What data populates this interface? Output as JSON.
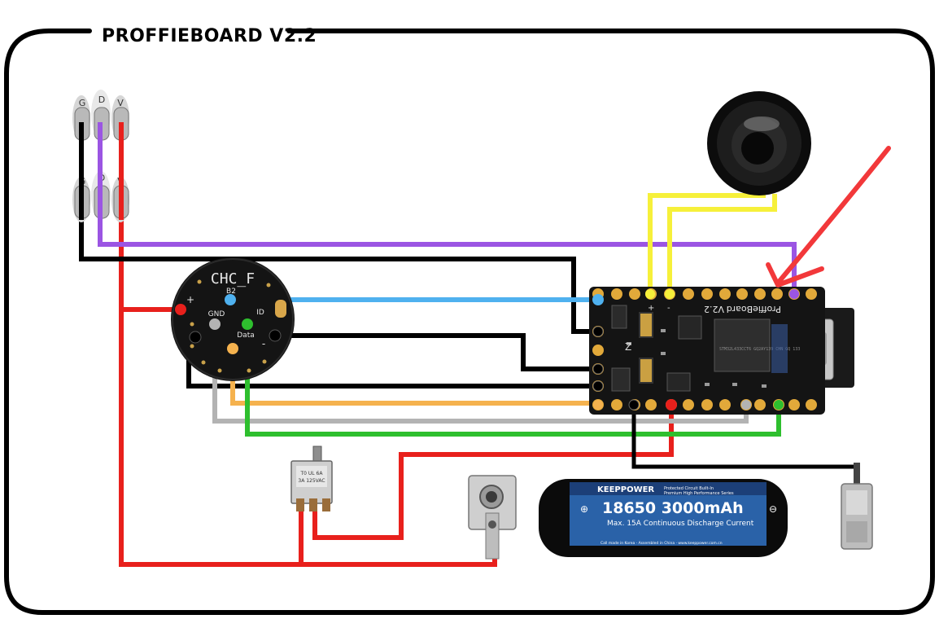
{
  "title": "PROFFIEBOARD V2.2",
  "connector_labels": [
    "G",
    "D",
    "V"
  ],
  "chc_board": {
    "name": "CHC_F",
    "pad_b2": "B2",
    "pad_gnd": "GND",
    "pad_id": "ID",
    "pad_data": "Data",
    "pad_plus": "+",
    "pad_minus": "-"
  },
  "proffieboard": {
    "name": "ProffieBoard",
    "version": "V2.2",
    "chip_text": "STM32L433CCT6 GQ2AY139 CHN GQ 133",
    "plus_mark": "+",
    "minus_mark": "-",
    "z_mark": "Z"
  },
  "battery": {
    "brand": "KEEPPOWER",
    "tagline": "Protected Circuit Built-In",
    "subtitle": "Premium High Performance Series",
    "capacity": "18650 3000mAh",
    "spec": "Max. 15A Continuous Discharge Current",
    "small_print": "Call made in Korea · Assembled in China · www.keeppower.com.cn",
    "plus": "⊕",
    "minus": "⊖"
  },
  "switch": {
    "line1": "T0 UL 6A",
    "line2": "3A 125VAC"
  },
  "colors": {
    "red": "#e8201c",
    "black": "#0a0a0a",
    "purple": "#9b55e3",
    "blue": "#4fb1ef",
    "yellow": "#f6f03a",
    "orange": "#f5b24e",
    "gray": "#b3b3b3",
    "green": "#2ebf2e",
    "arrow": "#f2383a",
    "board": "#141414",
    "pad": "#e2a93a"
  }
}
